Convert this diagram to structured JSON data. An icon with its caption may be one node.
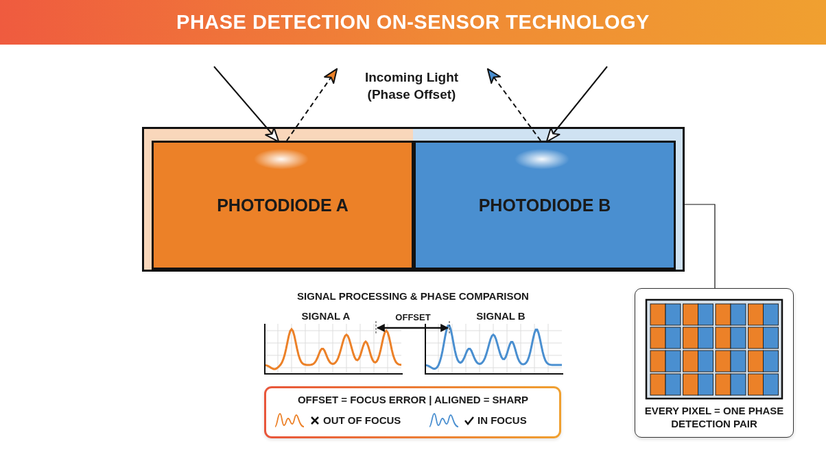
{
  "diagram": {
    "title": "PHASE DETECTION ON-SENSOR TECHNOLOGY",
    "nodes": [
      {
        "text": [],
        "shape": "box"
      },
      {
        "text": [
          "PHOTODIODE A"
        ],
        "in": 0
      },
      {
        "text": [
          "PHOTODIODE B"
        ],
        "in": 0
      },
      {
        "text": [
          "EVERY PIXEL = ONE PHASE DETECTION PAIR"
        ]
      }
    ],
    "edges": [
      {
        "from": null,
        "to": 1,
        "arrow": "to"
      },
      {
        "from": 1,
        "to": null,
        "arrow": "to",
        "style": "dashed"
      },
      {
        "from": 2,
        "to": null,
        "arrow": "to",
        "style": "dashed"
      },
      {
        "from": null,
        "to": 2,
        "arrow": "to"
      },
      {
        "from": 0,
        "to": 3,
        "arrow": "none"
      }
    ],
    "labels": [
      "Incoming Light (Phase Offset)",
      "SIGNAL PROCESSING & PHASE COMPARISON",
      "SIGNAL A",
      "OFFSET",
      "SIGNAL B",
      "OFFSET = FOCUS ERROR | ALIGNED = SHARP"
    ],
    "legend": [
      {
        "text": "OUT OF FOCUS"
      },
      {
        "text": "IN FOCUS"
      }
    ]
  }
}
